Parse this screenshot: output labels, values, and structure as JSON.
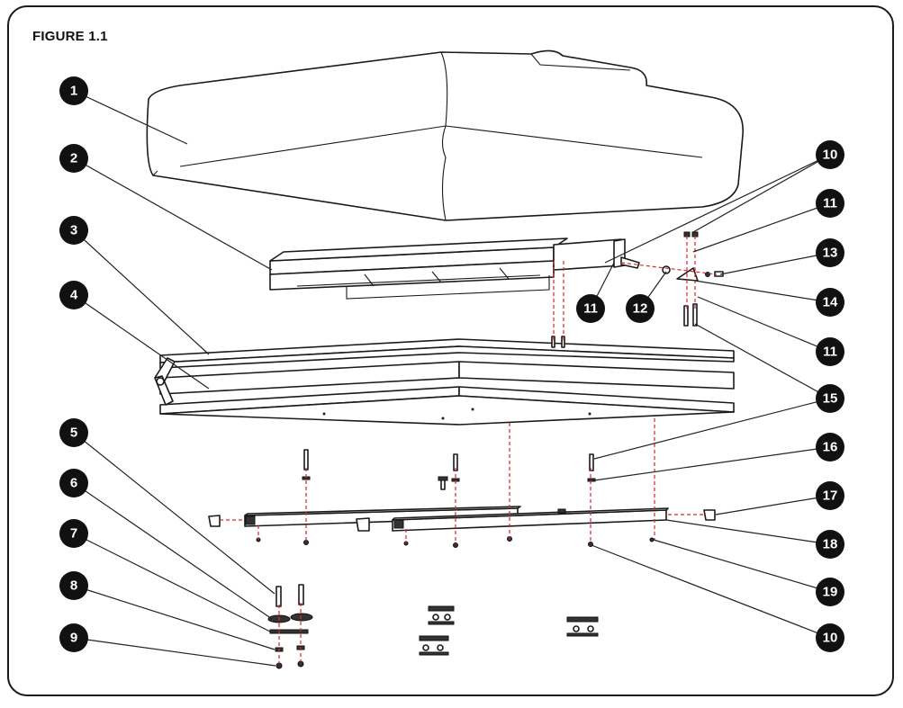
{
  "figure": {
    "title": "FIGURE 1.1"
  },
  "callouts": [
    {
      "label": "1"
    },
    {
      "label": "2"
    },
    {
      "label": "3"
    },
    {
      "label": "4"
    },
    {
      "label": "5"
    },
    {
      "label": "6"
    },
    {
      "label": "7"
    },
    {
      "label": "8"
    },
    {
      "label": "9"
    },
    {
      "label": "10"
    },
    {
      "label": "11"
    },
    {
      "label": "13"
    },
    {
      "label": "14"
    },
    {
      "label": "11"
    },
    {
      "label": "15"
    },
    {
      "label": "16"
    },
    {
      "label": "17"
    },
    {
      "label": "18"
    },
    {
      "label": "19"
    },
    {
      "label": "10"
    },
    {
      "label": "11"
    },
    {
      "label": "12"
    }
  ],
  "colors": {
    "leader": "#222222",
    "callout_fill": "#111111",
    "guide_dash": "#d8262c"
  }
}
